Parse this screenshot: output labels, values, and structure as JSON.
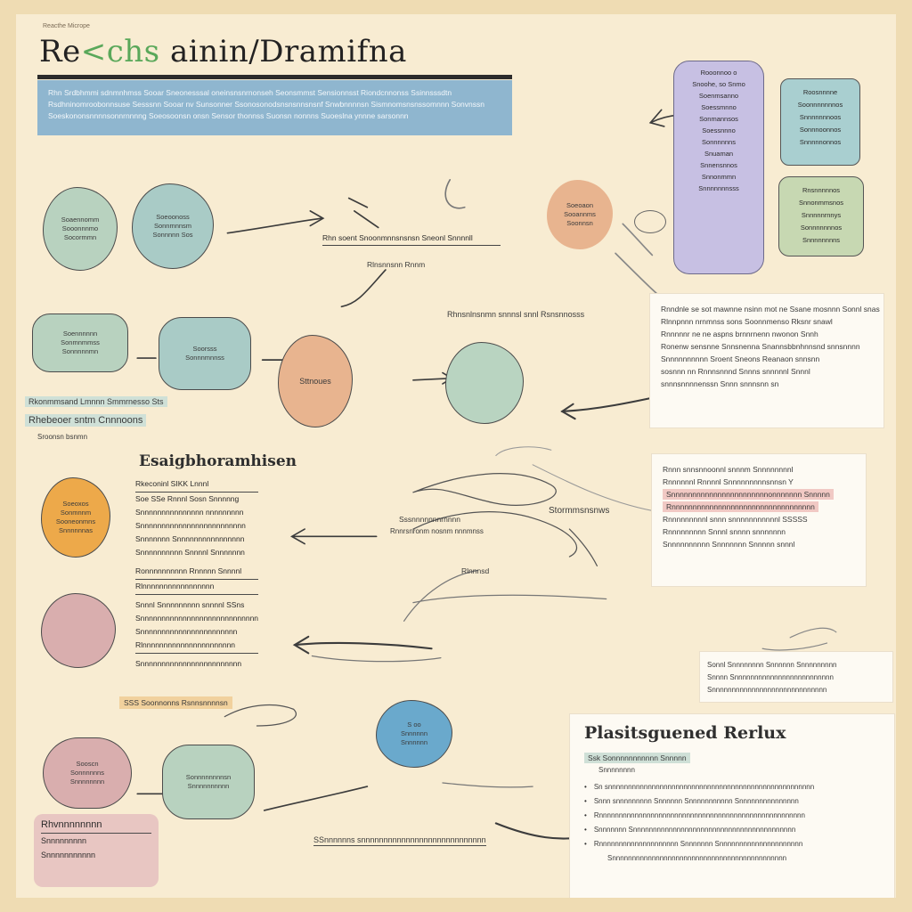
{
  "header": {
    "tag": "Reacthe Micrope",
    "title_part1": "Re",
    "title_part2": "<chs",
    "title_part3": "ainin/",
    "title_part4": "Dramifna",
    "banner_lines": [
      "Rhn Srdbhmmi sdnmnhmss Sooar Sneonesssal oneinsnsnrnonseh Seonsmmst Sensionnsst Riondcnnonss Ssinnsssdtn",
      "Rsdhninomroobonnsuse Sesssnn Sooar nv Sunsonner Ssonosonodsnsnsnnsnsnf Snwbnnnnsn Sismnomsnsnssomnnn Sonvnssn",
      "Soeskononsnnnnsonnrnnnng Soeosoonsn onsn Sensor thonnss Suonsn nonnns Suoeslna ynnne sarsonnn"
    ]
  },
  "left_flow": {
    "blob1_lines": [
      "Soaennomm",
      "Sooonnnmo",
      "Socormmn"
    ],
    "blob2_lines": [
      "Soeoonoss",
      "Sonnmnnsm",
      "Sonnnnn Sos"
    ],
    "blob3_lines": [
      "Soennnnnn",
      "Sonmnmmss",
      "Sonnnnnmn"
    ],
    "blob4_lines": [
      "Soorsss",
      "Sonnnmnnss"
    ],
    "caption_lines": [
      "Rkonmmsand Lmnnn Smmrnesso Sts",
      "Rhebeoer sntm Cnnnoons",
      "Sroonsn bsnmn"
    ]
  },
  "center": {
    "note_box": "Rhn soent Snoonmnnsnsnsn  Sneonl Snnnnll",
    "note_tag": "Rlnsnnsnn Rnnm",
    "peach_blob": "Sttnoues",
    "tag_center": "Rhnsnlnsnmn snnnsl snnl Rsnsnnosss",
    "sketch_label": "Sssnnnnnnnrnnnn",
    "sketch_caption": "Rnnrsnronm nosnm nnnmnss",
    "mid_label": "Stormmsnsnws",
    "low_label": "Rlnnnsd"
  },
  "right_top": {
    "peach_lines": [
      "Soeoaon",
      "Sooannms",
      "Soonnsn"
    ],
    "lavender_lines": [
      "Rooonnoo o",
      "Snoohe, so Snmo",
      "Soenmsanno",
      "Soessmnno",
      "Sonmannsos",
      "Soessnnno",
      "Sonnnnnns",
      "Snuaman",
      "Snnensnnos",
      "Snnonmmn",
      "Snnnnnnnsss"
    ],
    "teal_box_lines": [
      "Roosnnnne",
      "Soonnnnnnnos",
      "Snnnnnnnoos",
      "Sonnnoonnos",
      "Snnnnnonnos"
    ],
    "sage_box_lines": [
      "Rnsnnnnnos",
      "Snnonmmsnos",
      "Snnnnnrnnys",
      "Sonnnnnnnos",
      "Snnnnnnnns"
    ]
  },
  "right_panel1": {
    "lines": [
      "Rnndnle se sot mawnne nsinn mot ne Ssane mosnnn Sonnl snas",
      "Rlnnpnnn nrnmnss sons Soonnmenso Rksnr snawl",
      "Rnnnnnr ne ne aspns brnnrnenn nwonon Snnh",
      "Ronenw sensnne Snnsnenna Snannsbbnhnnsnd snnsnnnn",
      "Snnnnnnnnnn Sroent Sneons Reanaon snnsnn",
      "sosnnn nn Rnnnsnnnd Snnns snnnnnl Snnnl",
      "snnnsnnnnenssn Snnn snnnsnn sn"
    ]
  },
  "right_panel2": {
    "lines": [
      "Rnnn snnsnnoonnl snnnm Snnnnnnnnl",
      "Rnnnnnnl Rnnnnl Snnnnnnnnnsnnsn Y",
      "Snnnnnnnnnnnnnnnnnnnnnnnonnnnnnn Snnnnn",
      "Rnnnnnnnnnnnnnnnnnnnnnnnnnnnnnnnnnn",
      "Rnnnnnnnnnl snnn snnnnnnnnnnnl SSSSS",
      "Rnnnnnnnnn Snnnl snnnn snnnnnnn",
      "Snnnnnnnnnn Snnnnnnn Snnnnn snnnl"
    ]
  },
  "left_mid": {
    "heading": "Esaigbhoramhisen",
    "lines": [
      "Rkeconinl SIKK     Lnnnl",
      "Soe SSe Rnnnl    Sosn Snnnnng",
      "Snnnnnnnnnnnnnnn nnnnnnnnn",
      "Snnnnnnnnnnnnnnnnnnnnnnnnn",
      "Snnnnnnn Snnnnnnnnnnnnnnnn",
      "Snnnnnnnnnn Snnnnl Snnnnnnn",
      "Ronnnnnnnnnn  Rnnnnn Snnnnl",
      "Rlnnnnnnnnnnnnnnnnn",
      "Snnnl Snnnnnnnnn snnnnl SSns",
      "Snnnnnnnnnnnnnnnnnnnnnnnnnnnn",
      "Snnnnnnnnnnnnnnnnnnnnnnn",
      "Rlnnnnnnnnnnnnnnnnnnnnnn",
      "Snnnnnnnnnnnnnnnnnnnnnnnn"
    ],
    "orange_lines": [
      "Soeoxos",
      "Sonmnnm",
      "Sooneonmns",
      "Snnnnnnas"
    ],
    "pink_label": ""
  },
  "bottom_left": {
    "tag": "SSS Soonnonns Rsnnsnnnnsn",
    "pink_lines": [
      "Sooscn",
      "Sonnnnnns",
      "Snnnnnnnn"
    ],
    "green_lines": [
      "Sonnnnnnnnsn",
      "Snnnnnnnnnn"
    ],
    "caption_lines": [
      "Rhvnnnnnnnn",
      "Snnnnnnnnn",
      "Snnnnnnnnnnn"
    ],
    "blue_lines": [
      "S oo",
      "Snnnnnn",
      "Snnnnnn"
    ],
    "bottom_tag": "SSnnnnnns snnnnnnnnnnnnnnnnnnnnnnnnnnnn"
  },
  "right_small": {
    "lines": [
      "Sonnl  Snnnnnnnn Snnnnnn Snnnnnnnnn",
      "Snnnn  Snnnnnnnnnnnnnnnnnnnnnnnnn",
      "Snnnnnnnnnnnnnnnnnnnnnnnnnnnnn"
    ]
  },
  "results": {
    "title": "Plasitsguened Rerlux",
    "subtitle": "Ssk Sonnnnnnnnnnn Snnnnn",
    "sub2": "Snnnnnnnn",
    "items": [
      "Sn snnnnnnnnnnnnnnnnnnnnnnnnnnnnnnnnnnnnnnnnnnnnnnnnnnnn",
      "Snnn snnnnnnnnn Snnnnnn Snnnnnnnnnnn Snnnnnnnnnnnnnnn",
      "Rnnnnnnnnnnnnnnnnnnnnnnnnnnnnnnnnnnnnnnnnnnnnnnnnnnnn",
      "Snnnnnnn Snnnnnnnnnnnnnnnnnnnnnnnnnnnnnnnnnnnnnnnnn",
      "Rnnnnnnnnnnnnnnnnnnnn Snnnnnnn Snnnnnnnnnnnnnnnnnnnnn"
    ],
    "footer": "Snnnnnnnnnnnnnnnnnnnnnnnnnnnnnnnnnnnnnnnnnnnn"
  }
}
